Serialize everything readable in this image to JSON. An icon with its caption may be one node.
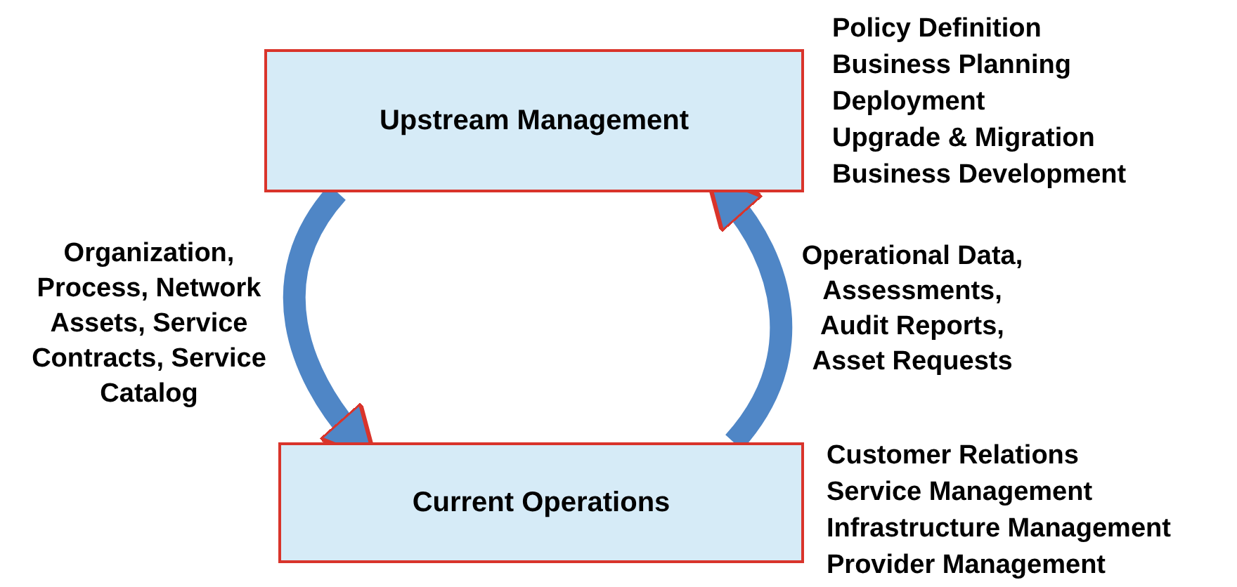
{
  "diagram": {
    "nodes": [
      {
        "text": [
          "Upstream Management"
        ],
        "beside": [
          "Policy Definition",
          "Business Planning",
          "Deployment",
          "Upgrade & Migration",
          "Business Development"
        ]
      },
      {
        "text": [
          "Current Operations"
        ],
        "beside": [
          "Customer Relations",
          "Service Management",
          "Infrastructure Management",
          "Provider Management"
        ]
      }
    ],
    "edges": [
      {
        "from": 0,
        "to": 1,
        "arrow": "to",
        "label": "Organization, Process, Network Assets, Service Contracts, Service Catalog"
      },
      {
        "from": 1,
        "to": 0,
        "arrow": "to",
        "label": "Operational Data, Assessments, Audit Reports, Asset Requests"
      }
    ]
  }
}
